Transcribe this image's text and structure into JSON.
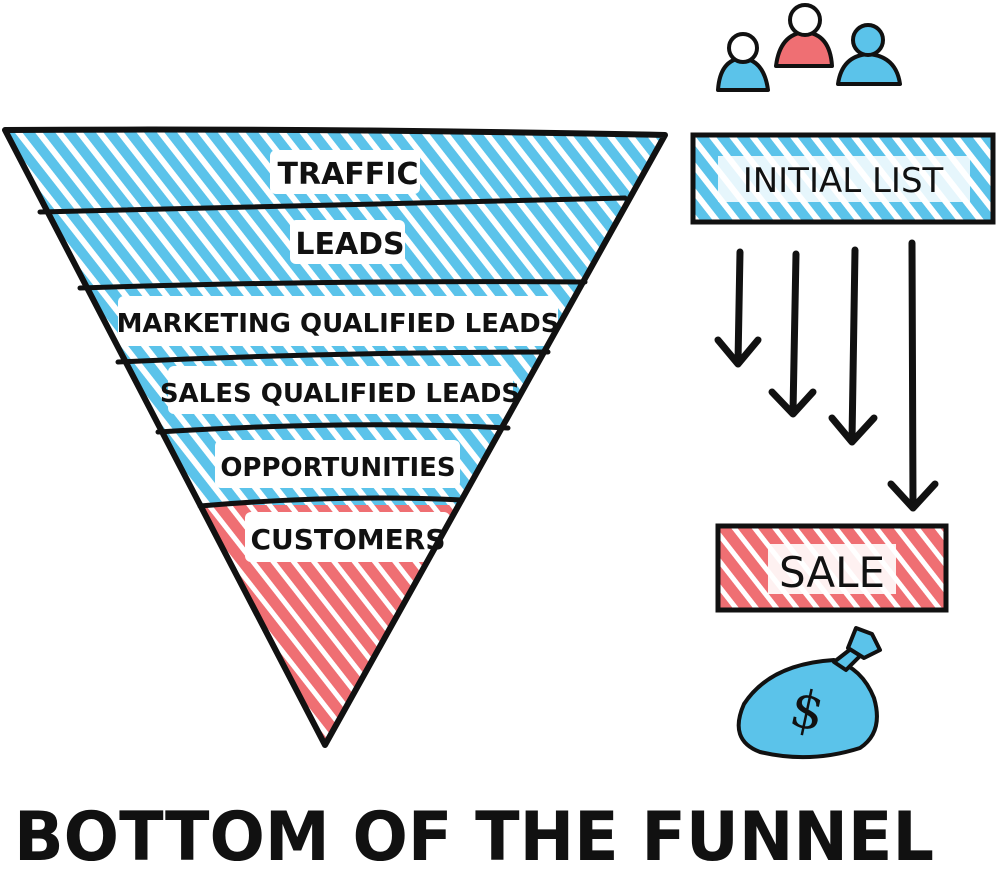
{
  "colors": {
    "blue": "#5bc3ea",
    "red": "#ef6f73",
    "ink": "#111111",
    "background": "#ffffff"
  },
  "funnel": {
    "stages": [
      {
        "label": "TRAFFIC",
        "color": "blue"
      },
      {
        "label": "LEADS",
        "color": "blue"
      },
      {
        "label": "MARKETING QUALIFIED LEADS",
        "color": "blue"
      },
      {
        "label": "SALES QUALIFIED LEADS",
        "color": "blue"
      },
      {
        "label": "OPPORTUNITIES",
        "color": "blue"
      },
      {
        "label": "CUSTOMERS",
        "color": "red"
      }
    ]
  },
  "side_flow": {
    "people_icon": "people-group-icon",
    "initial_list_label": "INITIAL LIST",
    "arrows": [
      "down-arrow-icon",
      "down-arrow-icon",
      "down-arrow-icon",
      "down-arrow-icon"
    ],
    "sale_label": "SALE",
    "money_bag_icon": "money-bag-icon",
    "money_symbol": "$"
  },
  "footer": {
    "title": "BOTTOM OF THE FUNNEL"
  }
}
